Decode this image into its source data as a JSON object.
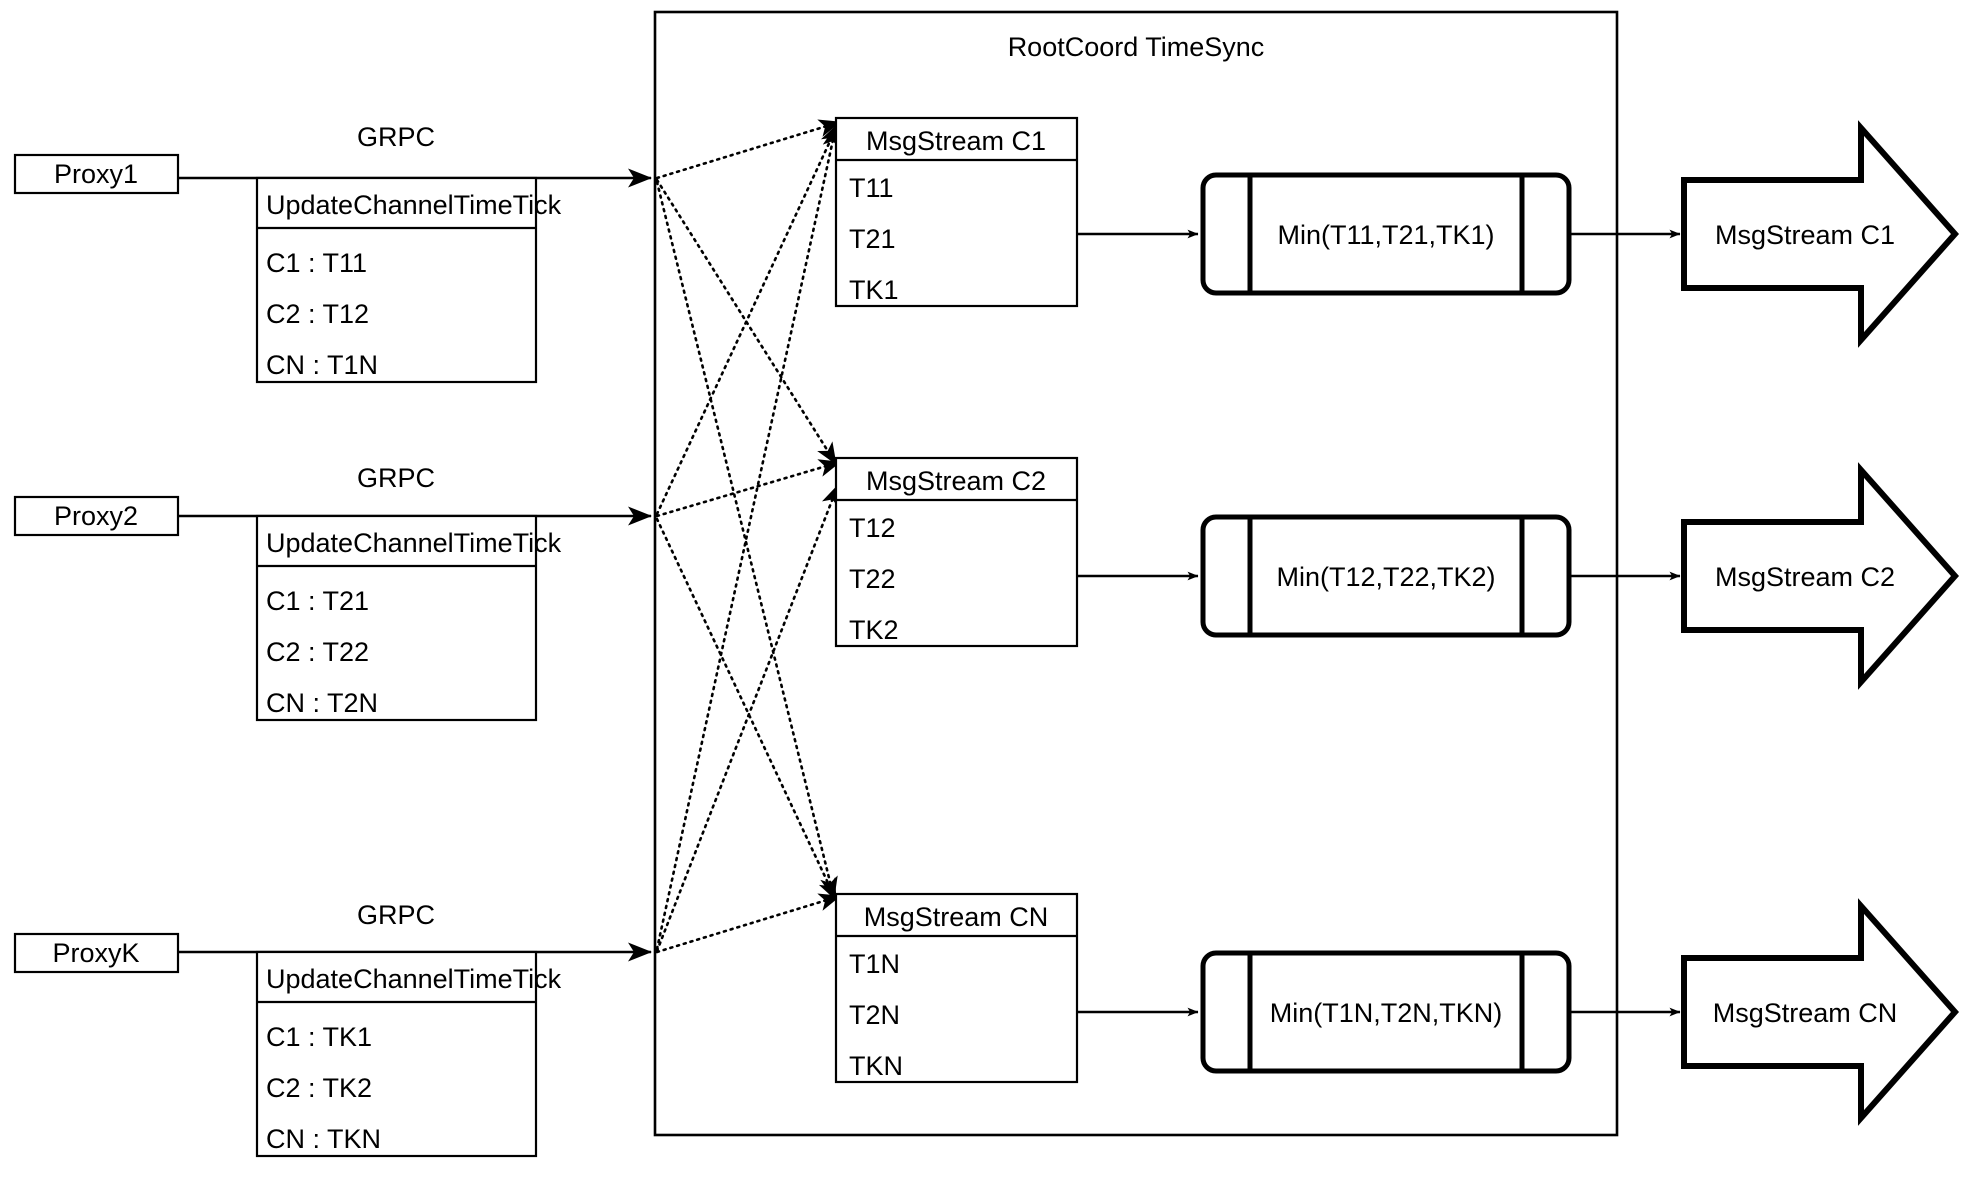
{
  "diagram": {
    "title": "RootCoord TimeSync",
    "proxies": [
      {
        "name": "Proxy1",
        "link_label": "GRPC",
        "rpc_title": "UpdateChannelTimeTick",
        "rpc_rows": [
          "C1 :  T11",
          "C2 :  T12",
          "CN : T1N"
        ]
      },
      {
        "name": "Proxy2",
        "link_label": "GRPC",
        "rpc_title": "UpdateChannelTimeTick",
        "rpc_rows": [
          "C1 :  T21",
          "C2 :  T22",
          "CN : T2N"
        ]
      },
      {
        "name": "ProxyK",
        "link_label": "GRPC",
        "rpc_title": "UpdateChannelTimeTick",
        "rpc_rows": [
          "C1 :  TK1",
          "C2 :  TK2",
          "CN : TKN"
        ]
      }
    ],
    "channels": [
      {
        "stream_title": "MsgStream C1",
        "stream_rows": [
          "T11",
          "T21",
          "TK1"
        ],
        "min_label": "Min(T11,T21,TK1)",
        "output_label": "MsgStream C1"
      },
      {
        "stream_title": "MsgStream C2",
        "stream_rows": [
          "T12",
          "T22",
          "TK2"
        ],
        "min_label": "Min(T12,T22,TK2)",
        "output_label": "MsgStream C2"
      },
      {
        "stream_title": "MsgStream CN",
        "stream_rows": [
          "T1N",
          "T2N",
          "TKN"
        ],
        "min_label": "Min(T1N,T2N,TKN)",
        "output_label": "MsgStream CN"
      }
    ],
    "colors": {
      "stroke": "#000000",
      "fill": "#ffffff",
      "text": "#000000"
    }
  }
}
